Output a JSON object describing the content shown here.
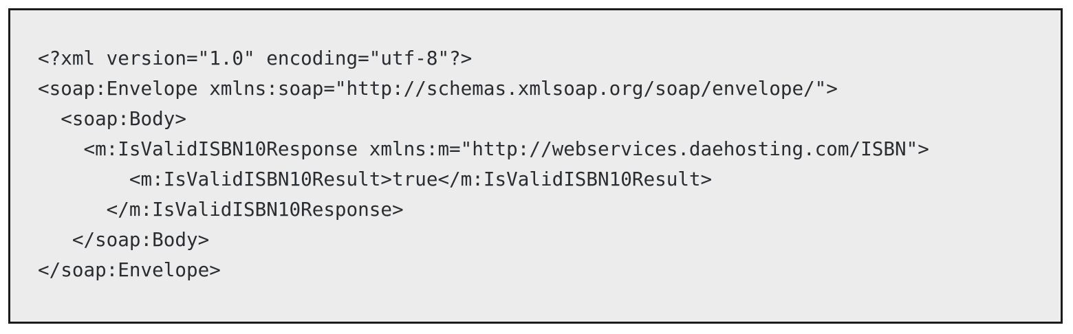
{
  "colors": {
    "page_bg": "#ffffff",
    "panel_bg": "#ececec",
    "panel_border": "#1b1b1b",
    "code_text": "#292d31"
  },
  "code_block": {
    "language_hint": "xml",
    "lines": [
      "<?xml version=\"1.0\" encoding=\"utf-8\"?>",
      "<soap:Envelope xmlns:soap=\"http://schemas.xmlsoap.org/soap/envelope/\">",
      "  <soap:Body>",
      "    <m:IsValidISBN10Response xmlns:m=\"http://webservices.daehosting.com/ISBN\">",
      "        <m:IsValidISBN10Result>true</m:IsValidISBN10Result>",
      "      </m:IsValidISBN10Response>",
      "   </soap:Body>",
      "</soap:Envelope>"
    ]
  }
}
